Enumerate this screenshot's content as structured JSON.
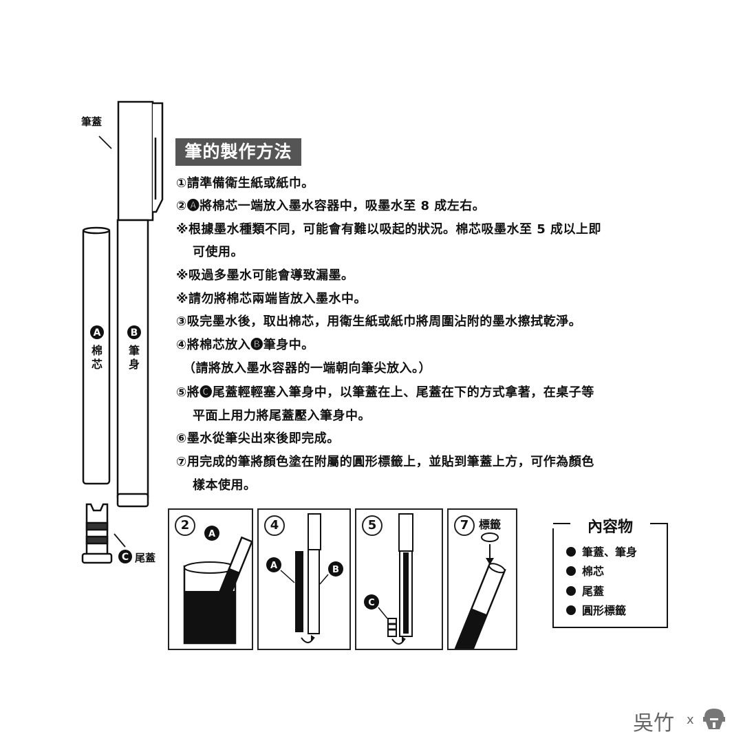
{
  "title": "筆的製作方法",
  "steps": [
    "①請準備衛生紙或紙巾。",
    "②🅐將棉芯一端放入墨水容器中，吸墨水至 8 成左右。",
    "※根據墨水種類不同，可能會有難以吸起的狀況。棉芯吸墨水至 5 成以上即",
    "可使用。",
    "※吸過多墨水可能會導致漏墨。",
    "※請勿將棉芯兩端皆放入墨水中。",
    "③吸完墨水後，取出棉芯，用衛生紙或紙巾將周圍沾附的墨水擦拭乾淨。",
    "④將棉芯放入🅑筆身中。",
    "（請將放入墨水容器的一端朝向筆尖放入。）",
    "⑤將🅒尾蓋輕輕塞入筆身中，以筆蓋在上、尾蓋在下的方式拿著，在桌子等",
    "平面上用力將尾蓋壓入筆身中。",
    "⑥墨水從筆尖出來後即完成。",
    "⑦用完成的筆將顏色塗在附屬的圓形標籤上，並貼到筆蓋上方，可作為顏色",
    "樣本使用。"
  ],
  "parts": {
    "cap": "筆蓋",
    "wick_letter": "A",
    "wick": "棉芯",
    "body_letter": "B",
    "body": "筆身",
    "tail_letter": "C",
    "tail": "尾蓋"
  },
  "panels": {
    "p2_num": "2",
    "p2_letter": "A",
    "p4_num": "4",
    "p4_letter_a": "A",
    "p4_letter_b": "B",
    "p5_num": "5",
    "p5_letter": "C",
    "p7_num": "7",
    "p7_label": "標籤"
  },
  "contents": {
    "title": "內容物",
    "items": [
      "筆蓋、筆身",
      "棉芯",
      "尾蓋",
      "圓形標籤"
    ]
  },
  "brand": {
    "name": "吳竹",
    "x": "x"
  }
}
